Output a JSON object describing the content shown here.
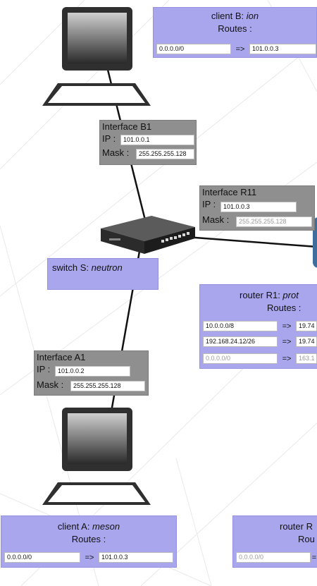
{
  "client_b": {
    "title_prefix": "client B: ",
    "title_name": "ion",
    "routes_label": "Routes :",
    "routes": [
      {
        "dest": "0.0.0.0/0",
        "arrow": "=>",
        "gateway": "101.0.0.3"
      }
    ]
  },
  "interface_b1": {
    "title": "Interface B1",
    "ip_label": "IP :",
    "ip": "101.0.0.1",
    "mask_label": "Mask :",
    "mask": "255.255.255.128"
  },
  "interface_r11": {
    "title": "Interface R11",
    "ip_label": "IP :",
    "ip": "101.0.0.3",
    "mask_label": "Mask :",
    "mask": "255.255.255.128"
  },
  "switch_s": {
    "title_prefix": "switch S: ",
    "title_name": "neutron"
  },
  "router_r1": {
    "title_prefix": "router R1: ",
    "title_name": "prot",
    "routes_label": "Routes :",
    "routes": [
      {
        "dest": "10.0.0.0/8",
        "arrow": "=>",
        "gateway": "19.74"
      },
      {
        "dest": "192.168.24.12/26",
        "arrow": "=>",
        "gateway": "19.74"
      },
      {
        "dest": "0.0.0.0/0",
        "arrow": "=>",
        "gateway": "163.1"
      }
    ]
  },
  "interface_a1": {
    "title": "Interface A1",
    "ip_label": "IP :",
    "ip": "101.0.0.2",
    "mask_label": "Mask :",
    "mask": "255.255.255.128"
  },
  "client_a": {
    "title_prefix": "client A: ",
    "title_name": "meson",
    "routes_label": "Routes :",
    "routes": [
      {
        "dest": "0.0.0.0/0",
        "arrow": "=>",
        "gateway": "101.0.0.3"
      }
    ]
  },
  "router_r2": {
    "title_prefix": "router R",
    "routes_label": "Rou",
    "routes": [
      {
        "dest": "0.0.0.0/0",
        "arrow": "="
      }
    ]
  },
  "colors": {
    "panel": "#a9a6ee",
    "interface": "#8f8f8f",
    "link": "#111111",
    "router": "#3f6e9c"
  },
  "icons": {
    "computer": "computer-icon",
    "switch": "switch-icon",
    "router": "router-icon"
  }
}
